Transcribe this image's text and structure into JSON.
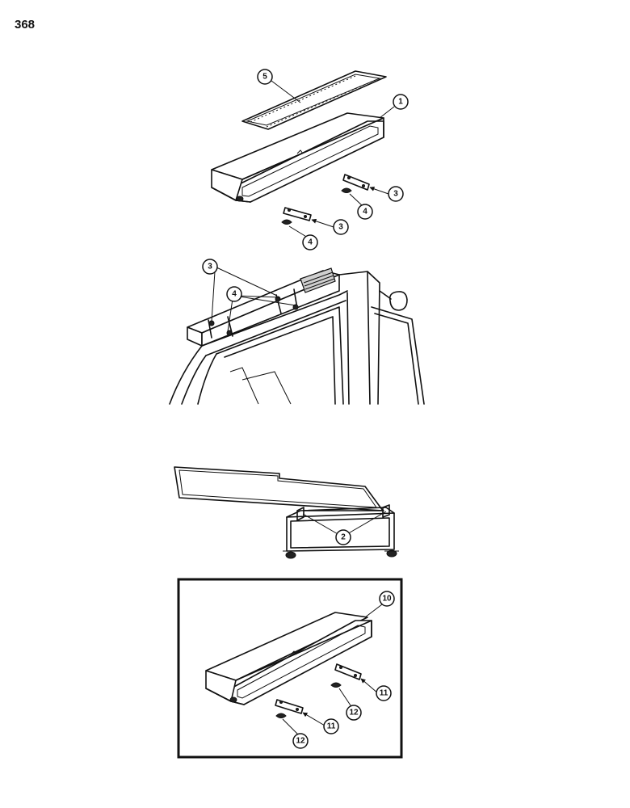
{
  "page": {
    "number": "368"
  },
  "callouts": {
    "c1": "1",
    "c2": "2",
    "c3": "3",
    "c4": "4",
    "c5": "5",
    "c10": "10",
    "c11": "11",
    "c12": "12"
  }
}
